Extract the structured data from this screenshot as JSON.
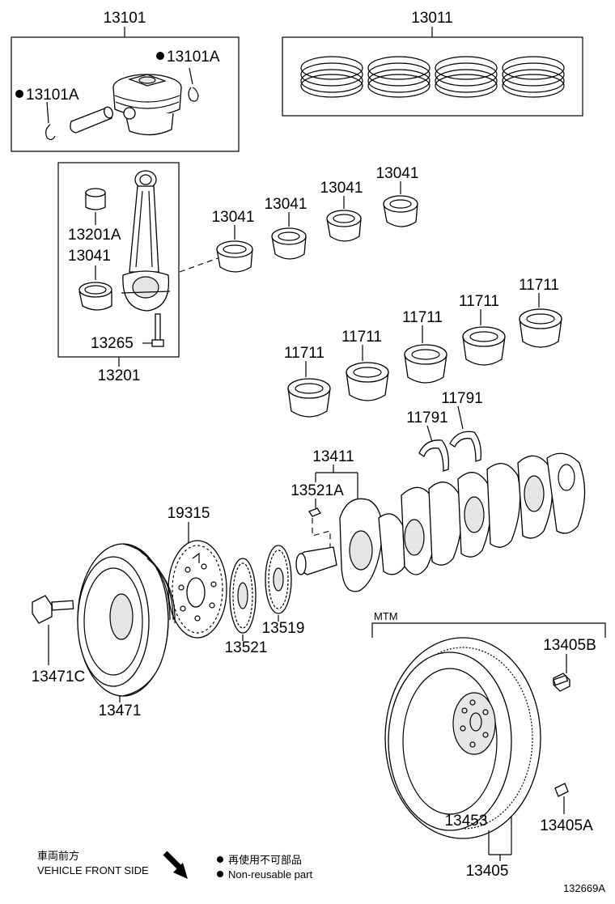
{
  "labels": {
    "p13101": "13101",
    "p13011": "13011",
    "p13101A_right": "13101A",
    "p13101A_left": "13101A",
    "p13201A": "13201A",
    "p13041_inner": "13041",
    "p13265": "13265",
    "p13201": "13201",
    "p13041_a": "13041",
    "p13041_b": "13041",
    "p13041_c": "13041",
    "p13041_d": "13041",
    "p11711_a": "11711",
    "p11711_b": "11711",
    "p11711_c": "11711",
    "p11711_d": "11711",
    "p11711_e": "11711",
    "p11791_a": "11791",
    "p11791_b": "11791",
    "p13411": "13411",
    "p13521A": "13521A",
    "p19315": "19315",
    "p13519": "13519",
    "p13521": "13521",
    "p13471C": "13471C",
    "p13471": "13471",
    "mtm": "MTM",
    "p13405B": "13405B",
    "p13405A": "13405A",
    "p13453": "13453",
    "p13405": "13405"
  },
  "legend": {
    "front_side_cn": "車両前方",
    "front_side_en": "VEHICLE FRONT SIDE",
    "nonreusable_cn": "再使用不可部品",
    "nonreusable_en": "Non-reusable part"
  },
  "diagram_id": "132669A",
  "icons": {
    "nonreusable_marker": "filled-dot-icon",
    "front_direction": "arrow-down-right-icon"
  }
}
